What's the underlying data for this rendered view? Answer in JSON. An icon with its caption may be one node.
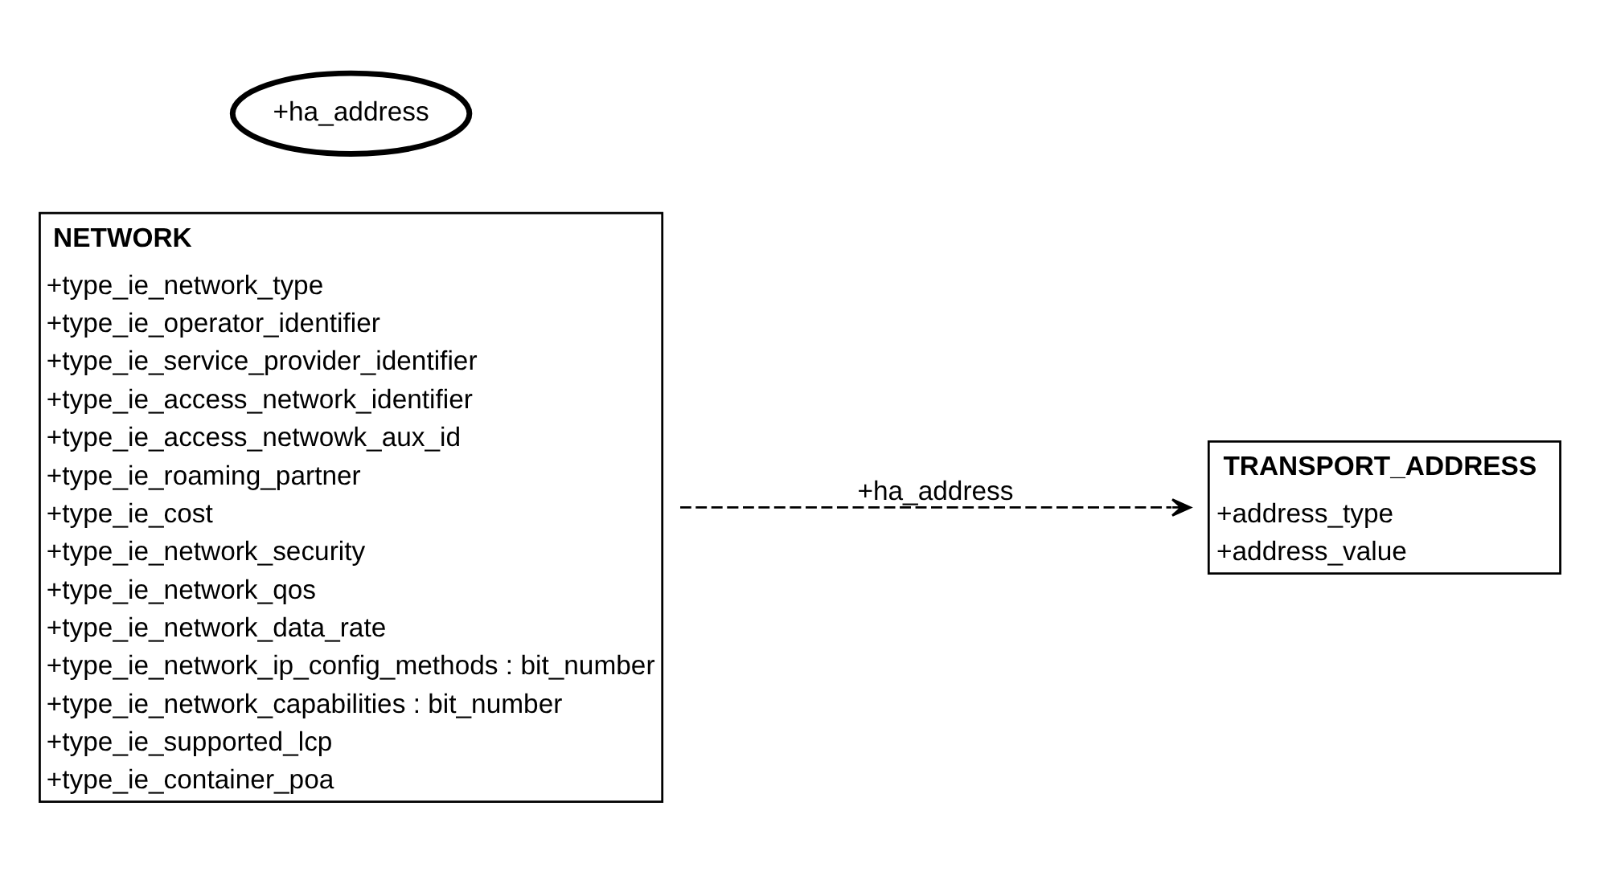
{
  "diagram": {
    "nodes": [
      {
        "text": [
          "NETWORK",
          "+type_ie_network_type",
          "+type_ie_operator_identifier",
          "+type_ie_service_provider_identifier",
          "+type_ie_access_network_identifier",
          "+type_ie_access_netwowk_aux_id",
          "+type_ie_roaming_partner",
          "+type_ie_cost",
          "+type_ie_network_security",
          "+type_ie_network_qos",
          "+type_ie_network_data_rate",
          "+type_ie_network_ip_config_methods : bit_number",
          "+type_ie_network_capabilities : bit_number",
          "+type_ie_supported_lcp",
          "+type_ie_container_poa"
        ]
      },
      {
        "text": [
          "TRANSPORT_ADDRESS",
          "+address_type",
          "+address_value"
        ]
      },
      {
        "text": [
          "+ha_address"
        ]
      }
    ],
    "edges": [
      {
        "from": 0,
        "to": 1,
        "arrow": "to",
        "label": "+ha_address",
        "style": "dashed"
      }
    ]
  }
}
